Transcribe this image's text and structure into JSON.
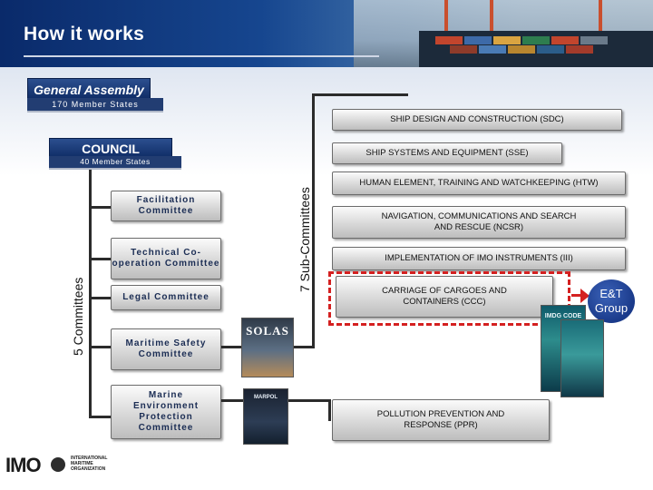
{
  "header": {
    "title": "How it works"
  },
  "general_assembly": {
    "title": "General Assembly",
    "subtitle": "170 Member States"
  },
  "council": {
    "title": "COUNCIL",
    "subtitle": "40 Member States"
  },
  "committees": {
    "axis_label": "5 Committees",
    "items": [
      "Facilitation Committee",
      "Technical Co-operation Committee",
      "Legal Committee",
      "Maritime Safety Committee",
      "Marine Environment Protection Committee"
    ]
  },
  "sub_committees": {
    "axis_label": "7 Sub-Committees",
    "items": [
      "SHIP DESIGN AND CONSTRUCTION (SDC)",
      "SHIP SYSTEMS AND EQUIPMENT (SSE)",
      "HUMAN ELEMENT, TRAINING AND WATCHKEEPING (HTW)",
      "NAVIGATION, COMMUNICATIONS AND SEARCH AND RESCUE (NCSR)",
      "IMPLEMENTATION OF IMO INSTRUMENTS (III)",
      "CARRIAGE OF CARGOES AND CONTAINERS (CCC)",
      "POLLUTION PREVENTION AND RESPONSE (PPR)"
    ]
  },
  "et_group": "E&T Group",
  "books": {
    "solas": "SOLAS",
    "marpol": "MARPOL",
    "imdg": "IMDG CODE"
  },
  "logo": {
    "mark": "IMO",
    "text": "INTERNATIONAL MARITIME ORGANIZATION"
  },
  "colors": {
    "highlight": "#d42020",
    "navy": "#0d2a63",
    "et_group": "#1a3a8a"
  }
}
